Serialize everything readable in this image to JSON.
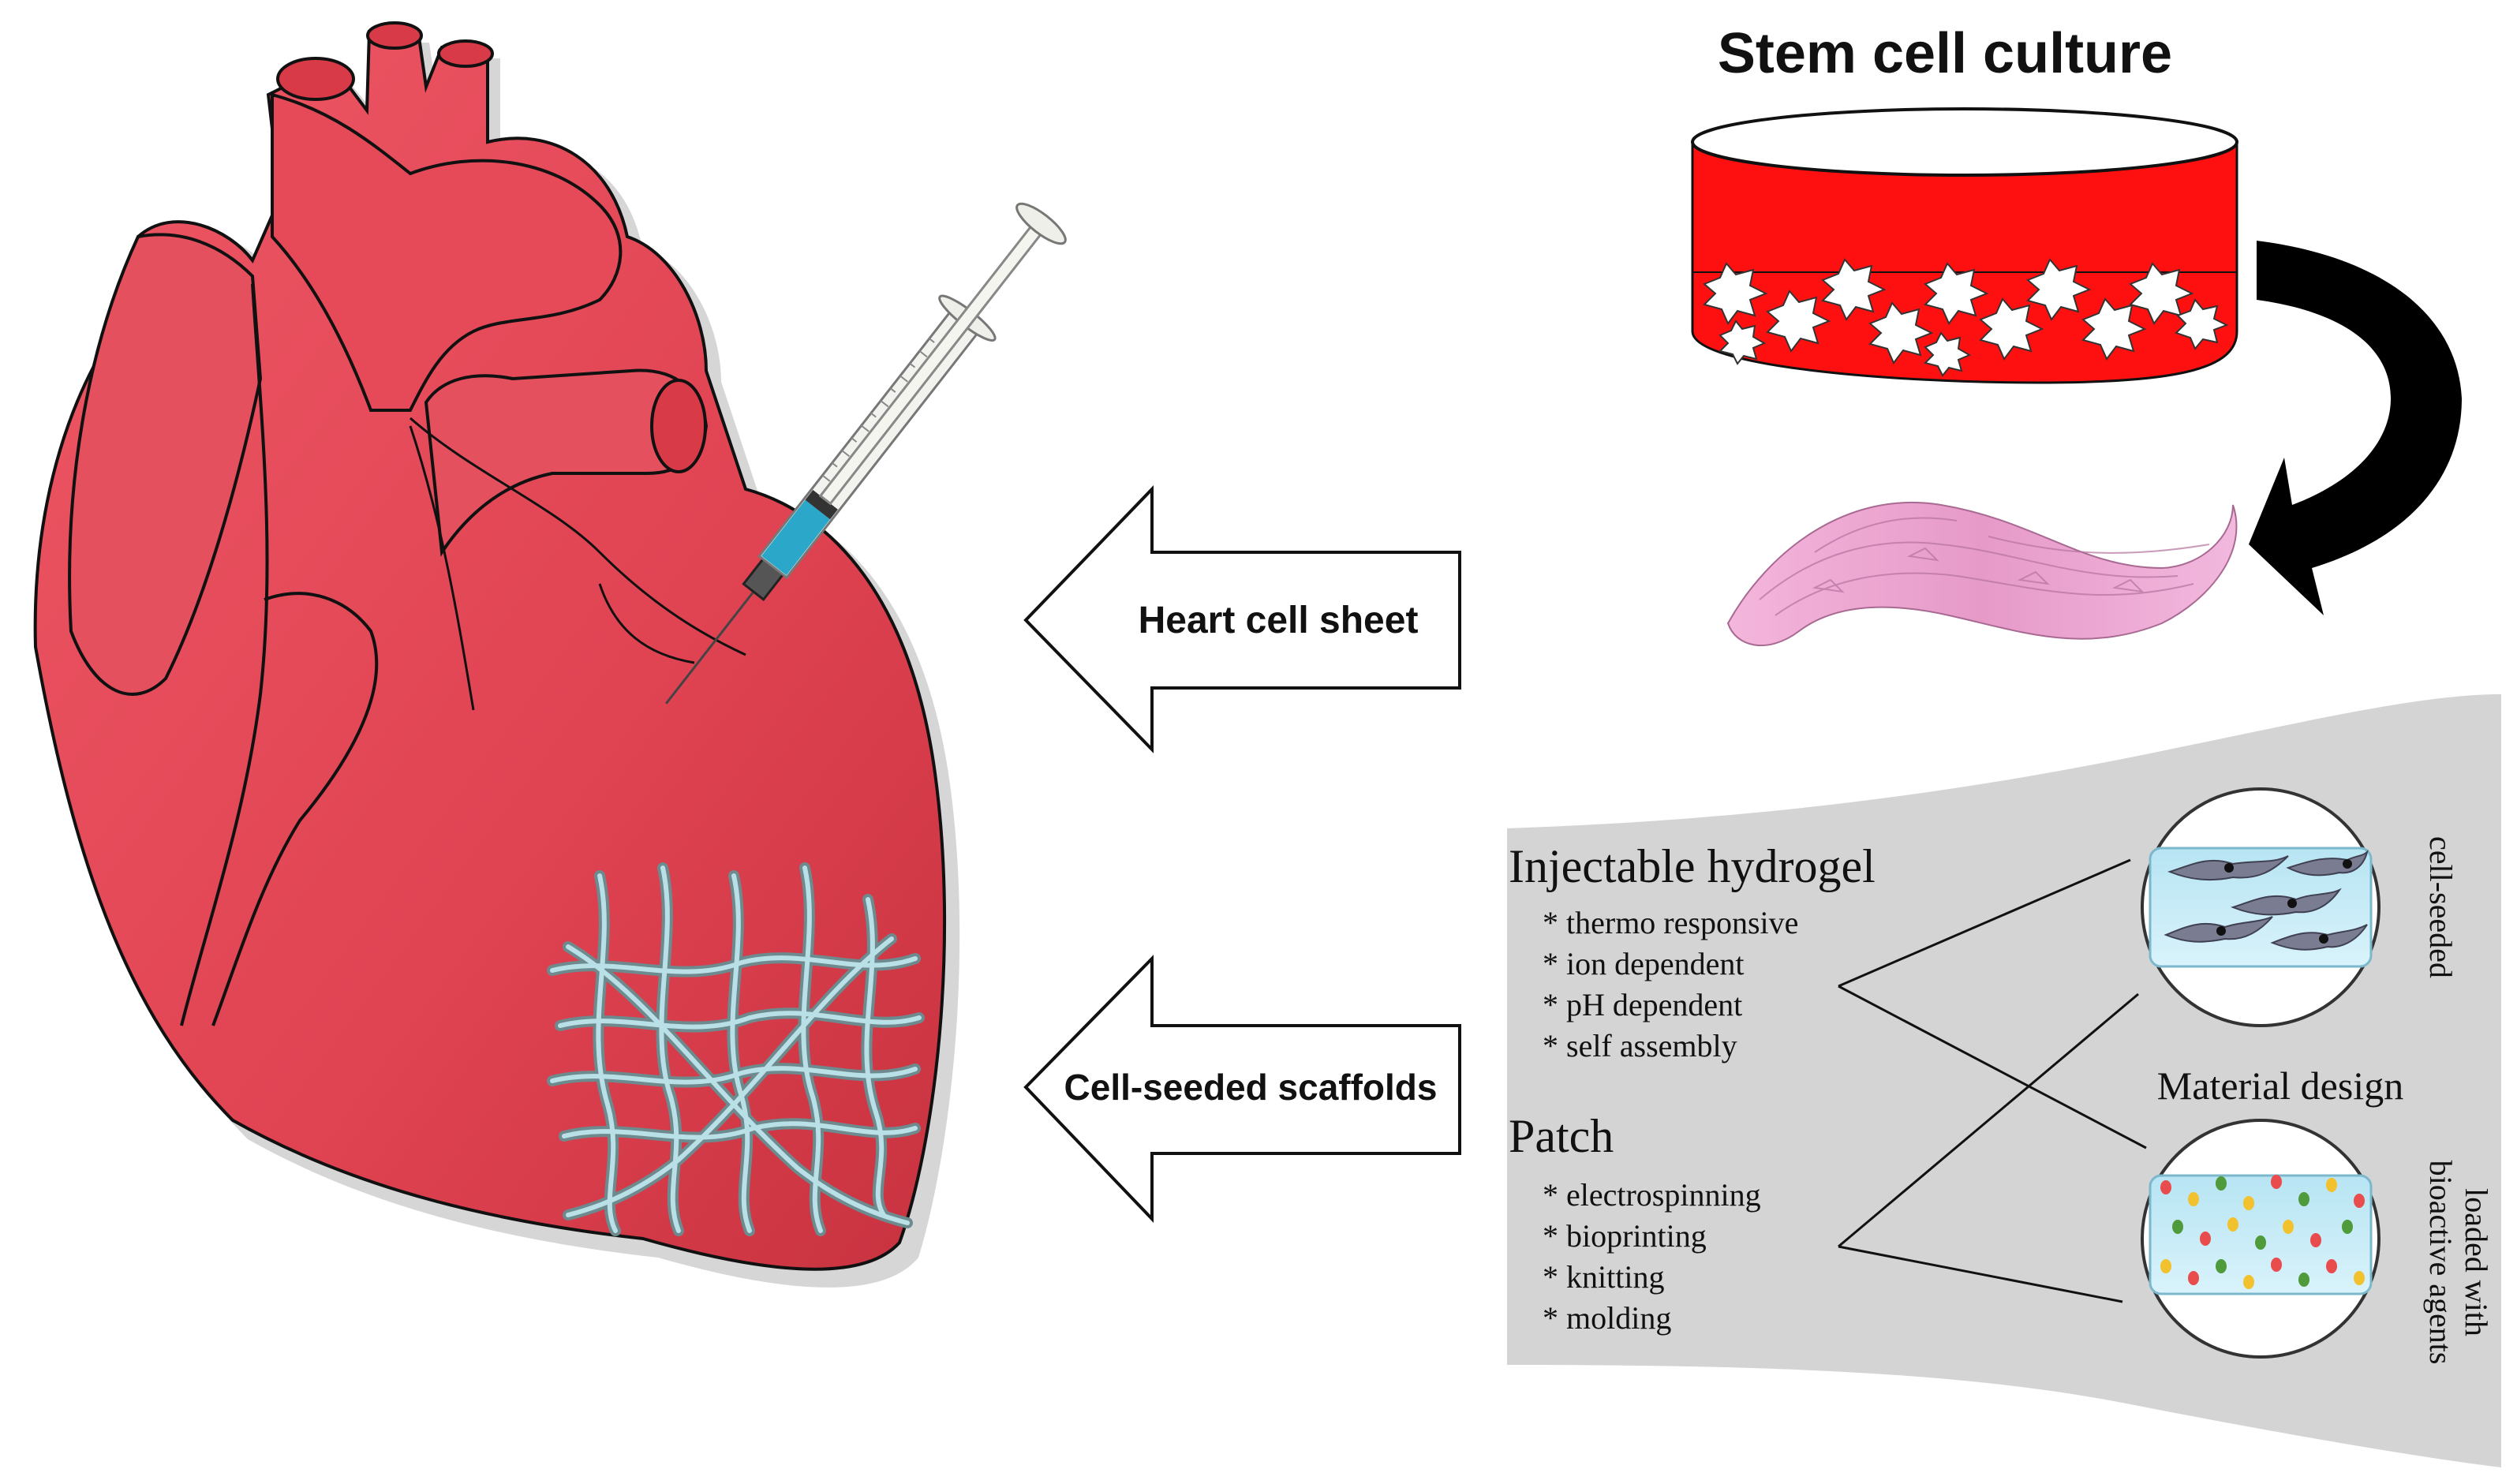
{
  "culture": {
    "title": "Stem cell culture"
  },
  "arrows": {
    "top_label": "Heart cell sheet",
    "bottom_label": "Cell-seeded scaffolds"
  },
  "panel": {
    "hydrogel": {
      "title": "Injectable hydrogel",
      "items": [
        "* thermo responsive",
        "* ion dependent",
        "* pH dependent",
        "* self assembly"
      ]
    },
    "patch": {
      "title": "Patch",
      "items": [
        "* electrospinning",
        "* bioprinting",
        "* knitting",
        "* molding"
      ]
    },
    "center_label": "Material design",
    "circle_top_label": "cell-seeded",
    "circle_bottom_label_1": "loaded with",
    "circle_bottom_label_2": "bioactive agents"
  },
  "colors": {
    "heart": "#e04352",
    "heart_outline": "#111111",
    "dish_red": "#ff1010",
    "panel_gray": "#d4d4d4",
    "gel_blue": "#c8ecf6",
    "scaffold": "#9fc6cc"
  }
}
